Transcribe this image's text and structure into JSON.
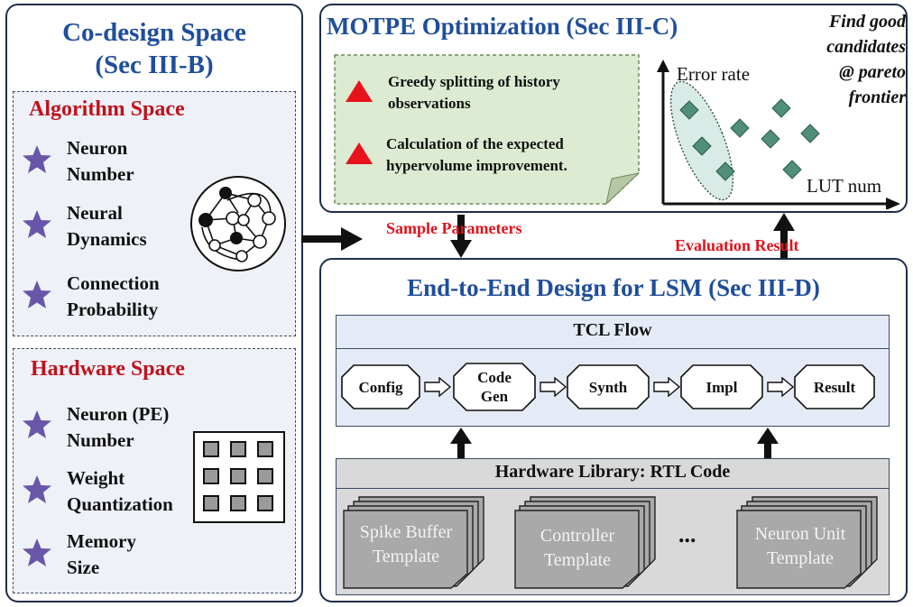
{
  "codesign": {
    "title_line1": "Co-design Space",
    "title_line2": "(Sec III-B)",
    "algorithm": {
      "title": "Algorithm Space",
      "items": [
        {
          "line1": "Neuron",
          "line2": "Number"
        },
        {
          "line1": "Neural",
          "line2": "Dynamics"
        },
        {
          "line1": "Connection",
          "line2": "Probability"
        }
      ]
    },
    "hardware": {
      "title": "Hardware Space",
      "items": [
        {
          "line1": "Neuron (PE)",
          "line2": "Number"
        },
        {
          "line1": "Weight",
          "line2": "Quantization"
        },
        {
          "line1": "Memory",
          "line2": "Size"
        }
      ]
    }
  },
  "motpe": {
    "title": "MOTPE Optimization (Sec III-C)",
    "note": {
      "item1_line1": "Greedy splitting of history",
      "item1_line2": "observations",
      "item2_line1": "Calculation of the expected",
      "item2_line2": "hypervolume improvement."
    },
    "plot": {
      "y_label": "Error rate",
      "x_label": "LUT num"
    },
    "find_text": {
      "line1": "Find good",
      "line2": "candidates",
      "line3_prefix": "@",
      "line3_emph": "pareto",
      "line4": "frontier"
    }
  },
  "arrows": {
    "sample": "Sample Parameters",
    "evaluation": "Evaluation Result"
  },
  "e2e": {
    "title": "End-to-End Design for LSM (Sec III-D)",
    "tcl": {
      "title": "TCL Flow",
      "steps": [
        {
          "line1": "Config",
          "line2": ""
        },
        {
          "line1": "Code",
          "line2": "Gen"
        },
        {
          "line1": "Synth",
          "line2": ""
        },
        {
          "line1": "Impl",
          "line2": ""
        },
        {
          "line1": "Result",
          "line2": ""
        }
      ]
    },
    "library": {
      "title": "Hardware Library: RTL Code",
      "templates": [
        {
          "line1": "Spike Buffer",
          "line2": "Template"
        },
        {
          "line1": "Controller",
          "line2": "Template"
        },
        {
          "line1": "Neuron Unit",
          "line2": "Template"
        }
      ],
      "ellipsis": "..."
    }
  },
  "colors": {
    "title_blue": "#1f4e9c",
    "title_red": "#c0111b",
    "star": "#6a56a8",
    "triangle": "#e8121b",
    "diamond": "#4f8f7a",
    "template_gray": "#a9a9a9"
  }
}
